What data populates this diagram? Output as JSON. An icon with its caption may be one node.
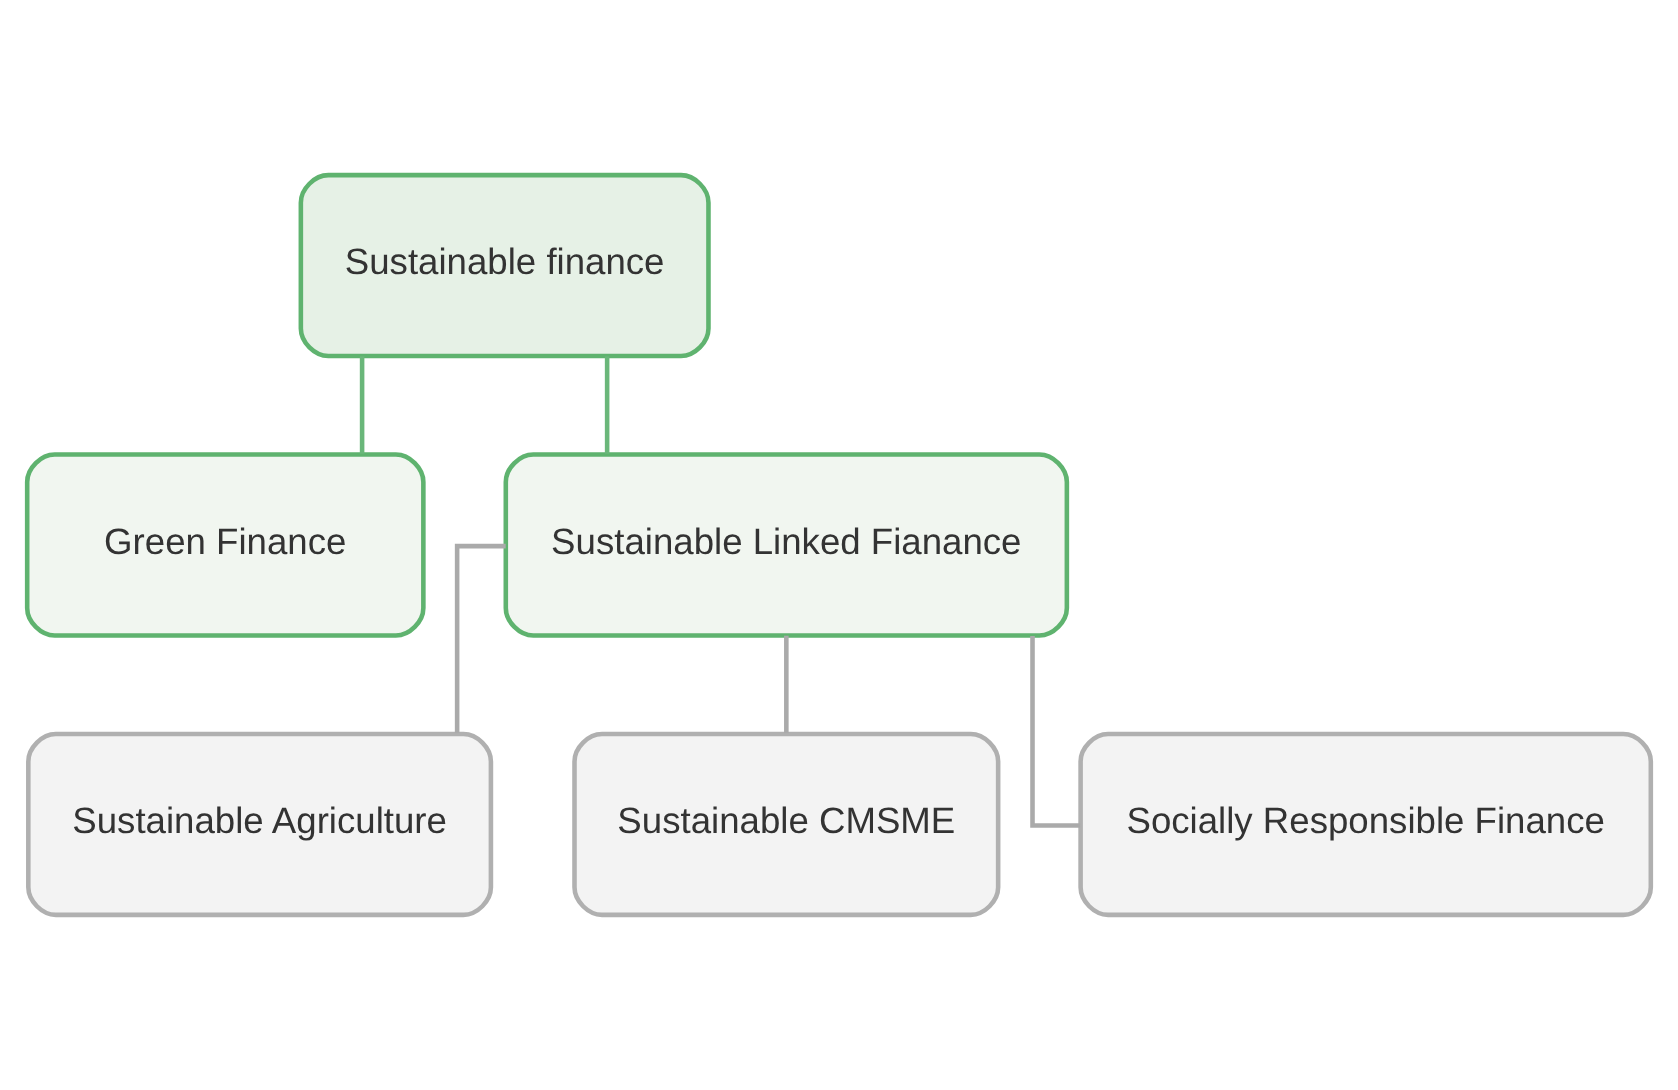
{
  "diagram": {
    "nodes": [
      {
        "text": [
          "Sustainable finance"
        ]
      },
      {
        "text": [
          "Green Finance"
        ]
      },
      {
        "text": [
          "Sustainable Linked Fianance"
        ]
      },
      {
        "text": [
          "Sustainable Agriculture"
        ]
      },
      {
        "text": [
          "Sustainable CMSME"
        ]
      },
      {
        "text": [
          "Socially Responsible Finance"
        ]
      }
    ],
    "edges": [
      {
        "from": 0,
        "to": 1,
        "arrow": "none",
        "color": "#6ab77a"
      },
      {
        "from": 0,
        "to": 2,
        "arrow": "none",
        "color": "#6ab77a"
      },
      {
        "from": 2,
        "to": 3,
        "arrow": "none"
      },
      {
        "from": 2,
        "to": 4,
        "arrow": "none"
      },
      {
        "from": 2,
        "to": 5,
        "arrow": "none"
      }
    ]
  }
}
